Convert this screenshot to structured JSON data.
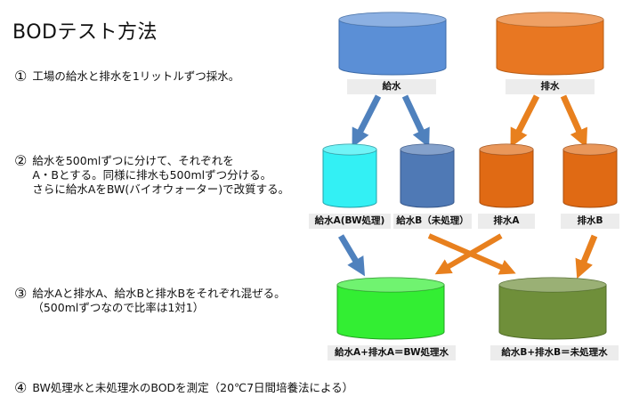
{
  "title": "BODテスト方法",
  "steps": [
    {
      "num": "①",
      "lines": [
        "工場の給水と排水を1リットルずつ採水。"
      ]
    },
    {
      "num": "②",
      "lines": [
        "給水を500mlずつに分けて、それぞれを",
        "A・Bとする。同様に排水も500mlずつ分ける。",
        "さらに給水AをBW(バイオウォーター)で改質する。"
      ]
    },
    {
      "num": "③",
      "lines": [
        "給水Aと排水A、給水Bと排水Bをそれぞれ混ぜる。",
        "（500mlずつなので比率は1対1）"
      ]
    },
    {
      "num": "④",
      "lines": [
        "BW処理水と未処理水のBODを測定（20℃7日間培養法による）"
      ]
    }
  ],
  "labels": {
    "feed_water": "給水",
    "waste_water": "排水",
    "feed_a": "給水A(BW処理)",
    "feed_b": "給水B（未処理）",
    "waste_a": "排水A",
    "waste_b": "排水B",
    "mix_treated": "給水A+排水A＝BW処理水",
    "mix_untreated": "給水B+排水B＝未処理水"
  },
  "colors": {
    "feed_water": "#5b8fd6",
    "waste_water": "#e87722",
    "feed_a": "#33f0f4",
    "feed_b": "#4f79b5",
    "waste_a": "#e06a14",
    "waste_b": "#e06a14",
    "mix_treated": "#33ee33",
    "mix_untreated": "#6f8f3a",
    "arrow_blue": "#4f81bd",
    "arrow_orange": "#e8801e"
  }
}
